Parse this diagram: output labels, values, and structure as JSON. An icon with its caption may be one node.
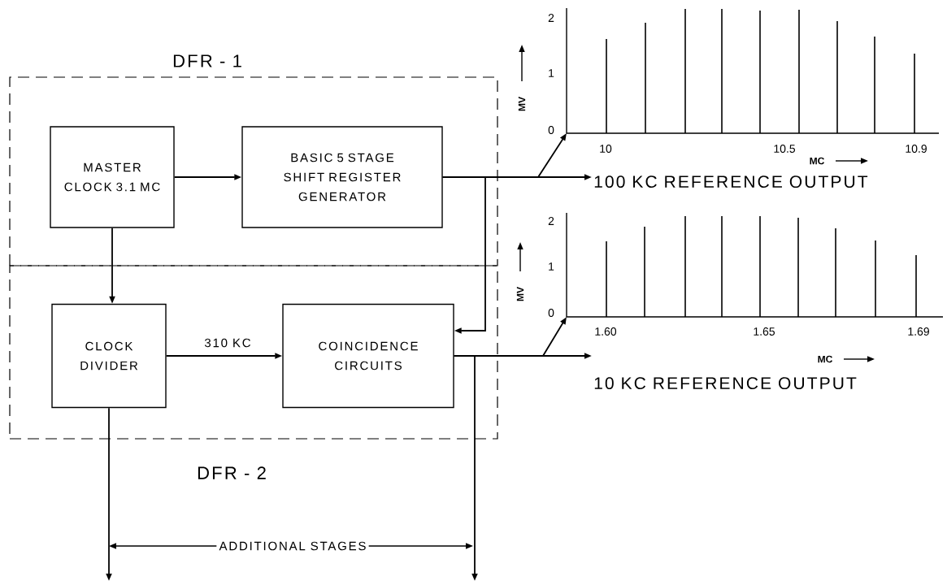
{
  "diagram": {
    "nodes": [
      {
        "text": [
          "DFR - 1"
        ]
      },
      {
        "text": [
          "MASTER CLOCK 3.1 MC"
        ],
        "in": 0
      },
      {
        "text": [
          "BASIC 5 STAGE SHIFT REGISTER GENERATOR"
        ],
        "in": 0
      },
      {
        "text": [],
        "shape": "picture",
        "beside": [
          "2",
          "1",
          "0",
          "10",
          "10.5",
          "10.9",
          "MV",
          "MC"
        ]
      },
      {
        "text": [
          "100 KC REFERENCE OUTPUT"
        ]
      },
      {
        "text": [
          "DFR - 2"
        ]
      },
      {
        "text": [
          "CLOCK DIVIDER"
        ],
        "in": 5
      },
      {
        "text": [
          "COINCIDENCE CIRCUITS"
        ],
        "in": 5
      },
      {
        "text": [],
        "shape": "picture",
        "beside": [
          "2",
          "1",
          "0",
          "1.60",
          "1.65",
          "1.69",
          "MV"
        ]
      },
      {
        "text": [
          "10 KC REFERENCE OUTPUT"
        ]
      }
    ],
    "edges": [
      {
        "from": 1,
        "to": 2,
        "arrow": "to"
      },
      {
        "from": 1,
        "to": 6,
        "arrow": "to"
      },
      {
        "from": 6,
        "to": 7,
        "arrow": "to",
        "label": "310 KC"
      },
      {
        "from": 2,
        "to": 4,
        "arrow": "to"
      },
      {
        "from": 2,
        "to": 3,
        "arrow": "to"
      },
      {
        "from": 2,
        "to": 7,
        "arrow": "to"
      },
      {
        "from": 7,
        "to": 9,
        "arrow": "to"
      },
      {
        "from": 7,
        "to": 8,
        "arrow": "to"
      },
      {
        "from": 7,
        "to": null,
        "arrow": "to"
      },
      {
        "from": 6,
        "to": null,
        "arrow": "to"
      }
    ],
    "labels": [
      "MC",
      "ADDITIONAL STAGES"
    ]
  }
}
